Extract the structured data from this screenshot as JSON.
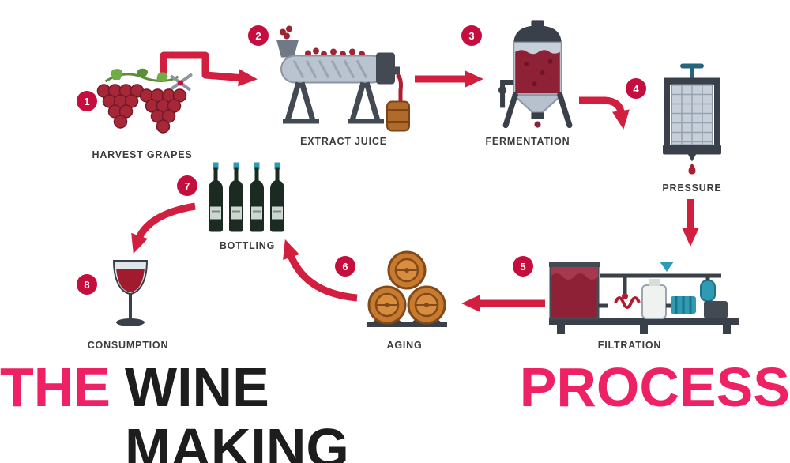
{
  "infographic": {
    "title": {
      "prefix": "THE",
      "middle": "WINE MAKING",
      "suffix": "PROCESS"
    },
    "steps": [
      {
        "number": "1",
        "label": "HARVEST GRAPES",
        "icon": "grapes-icon"
      },
      {
        "number": "2",
        "label": "EXTRACT JUICE",
        "icon": "crusher-machine-icon"
      },
      {
        "number": "3",
        "label": "FERMENTATION",
        "icon": "fermentation-tank-icon"
      },
      {
        "number": "4",
        "label": "PRESSURE",
        "icon": "wine-press-icon"
      },
      {
        "number": "5",
        "label": "FILTRATION",
        "icon": "filtration-unit-icon"
      },
      {
        "number": "6",
        "label": "AGING",
        "icon": "aging-barrels-icon"
      },
      {
        "number": "7",
        "label": "BOTTLING",
        "icon": "wine-bottles-icon"
      },
      {
        "number": "8",
        "label": "CONSUMPTION",
        "icon": "wine-glass-icon"
      }
    ],
    "colors": {
      "arrow_red": "#d31f3f",
      "badge_red": "#c50e3e",
      "title_pink": "#ed2164",
      "title_black": "#1d1d1d",
      "label_gray": "#3c3c3c"
    }
  }
}
